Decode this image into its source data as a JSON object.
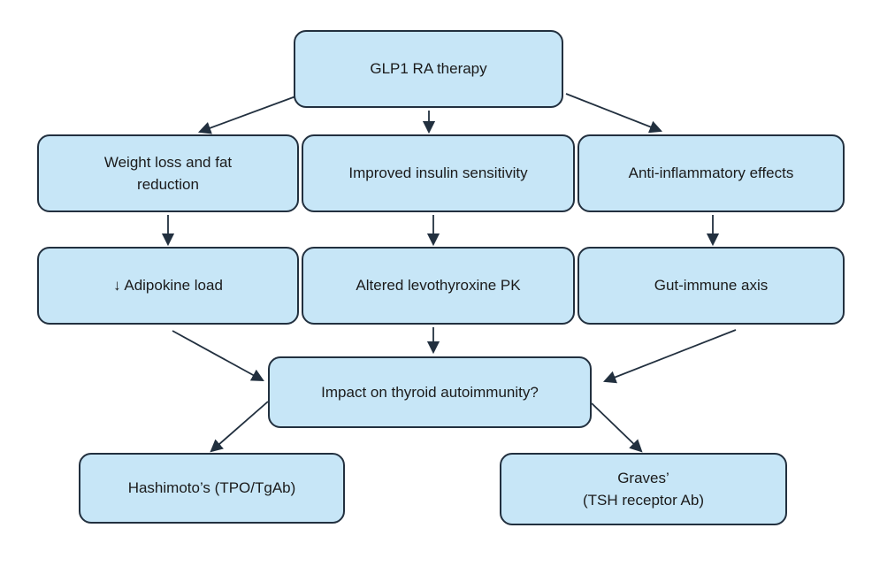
{
  "colors": {
    "box_fill": "#c7e6f7",
    "box_border": "#22303f",
    "arrow": "#22303f",
    "text": "#1b1b1b",
    "background": "#ffffff"
  },
  "nodes": {
    "glp1": {
      "label": "GLP1 RA therapy"
    },
    "weight_loss": {
      "label": "Weight loss and fat\nreduction"
    },
    "insulin": {
      "label": "Improved insulin sensitivity"
    },
    "anti_inflammatory": {
      "label": "Anti-inflammatory effects"
    },
    "adipokine": {
      "label": "↓ Adipokine load"
    },
    "levothyroxine": {
      "label": "Altered levothyroxine PK"
    },
    "gut_immune": {
      "label": "Gut-immune axis"
    },
    "impact": {
      "label": "Impact on thyroid autoimmunity?"
    },
    "hashimoto": {
      "label": "Hashimoto’s (TPO/TgAb)"
    },
    "graves": {
      "label": "Graves’\n(TSH receptor Ab)"
    }
  }
}
